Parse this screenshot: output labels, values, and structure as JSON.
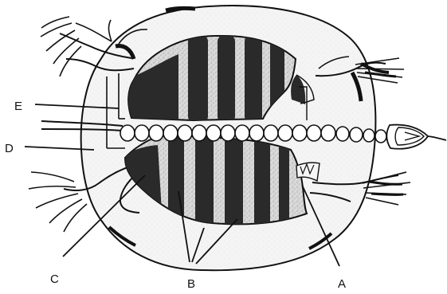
{
  "diagram": {
    "labels": {
      "a": "A",
      "b": "B",
      "c": "C",
      "d": "D",
      "e": "E"
    },
    "colors": {
      "ink": "#111111",
      "body_fill": "#f3f3f3",
      "muscle_light": "#d7d7d7",
      "muscle_dark": "#2a2a2a",
      "vertebra_fill": "#ffffff"
    }
  }
}
